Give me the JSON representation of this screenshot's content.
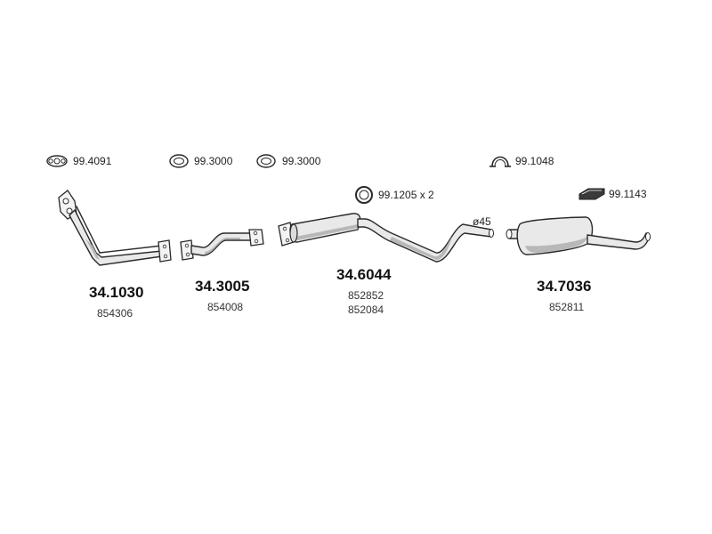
{
  "hardware": [
    {
      "id": "gasket-oval",
      "code": "99.4091",
      "icon": "oval-gasket-icon"
    },
    {
      "id": "ring-1",
      "code": "99.3000",
      "icon": "sealing-ring-icon"
    },
    {
      "id": "ring-2",
      "code": "99.3000",
      "icon": "sealing-ring-icon"
    },
    {
      "id": "clamp",
      "code": "99.1048",
      "icon": "clamp-icon"
    },
    {
      "id": "ring-x2",
      "code": "99.1205 x 2",
      "icon": "rubber-ring-icon"
    },
    {
      "id": "mount",
      "code": "99.1143",
      "icon": "rubber-mount-icon"
    }
  ],
  "parts": [
    {
      "id": "front-pipe",
      "part_number": "34.1030",
      "oe_numbers": [
        "854306"
      ],
      "icon": "front-pipe-icon"
    },
    {
      "id": "intermediate-pipe",
      "part_number": "34.3005",
      "oe_numbers": [
        "854008"
      ],
      "icon": "intermediate-pipe-icon"
    },
    {
      "id": "middle-silencer",
      "part_number": "34.6044",
      "oe_numbers": [
        "852852",
        "852084"
      ],
      "icon": "middle-silencer-icon"
    },
    {
      "id": "rear-silencer",
      "part_number": "34.7036",
      "oe_numbers": [
        "852811"
      ],
      "icon": "rear-silencer-icon"
    }
  ],
  "annotations": {
    "diameter": "ø45"
  },
  "colors": {
    "line": "#2a2a2a",
    "fill": "#e9e9e9",
    "text": "#111111"
  }
}
